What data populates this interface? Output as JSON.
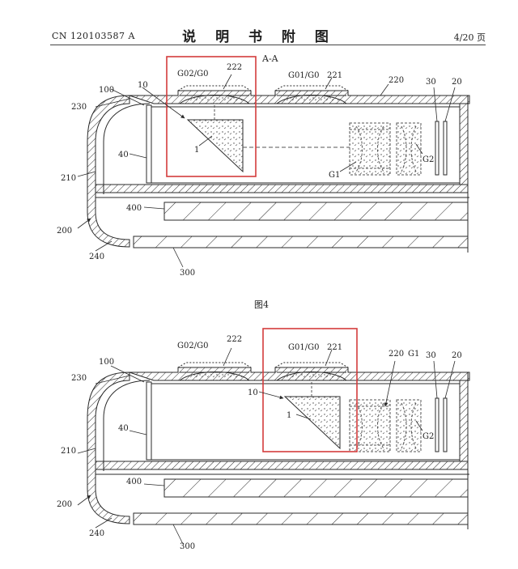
{
  "header": {
    "patent_number": "CN 120103587 A",
    "title": "说 明 书 附 图",
    "page": "4/20 页"
  },
  "figure_top": {
    "section_label": "A-A",
    "caption": "图4",
    "labels": {
      "cover_left": "G02/G0",
      "cover_left_num": "222",
      "cover_right": "G01/G0",
      "cover_right_num": "221",
      "housing": "220",
      "l30": "30",
      "l20": "20",
      "l100": "100",
      "l10": "10",
      "l230": "230",
      "l40": "40",
      "l1": "1",
      "lG1": "G1",
      "lG2": "G2",
      "l210": "210",
      "l400": "400",
      "l200": "200",
      "l240": "240",
      "l300": "300"
    }
  },
  "figure_bottom": {
    "labels": {
      "cover_left": "G02/G0",
      "cover_left_num": "222",
      "cover_right": "G01/G0",
      "cover_right_num": "221",
      "housing": "220",
      "lG1": "G1",
      "l30": "30",
      "l20": "20",
      "l100": "100",
      "l10": "10",
      "l230": "230",
      "l40": "40",
      "l1": "1",
      "lG2": "G2",
      "l210": "210",
      "l400": "400",
      "l200": "200",
      "l240": "240",
      "l300": "300"
    }
  },
  "colors": {
    "line": "#2a2a2a",
    "highlight_box": "#d43c3c",
    "dashed": "#555555"
  }
}
